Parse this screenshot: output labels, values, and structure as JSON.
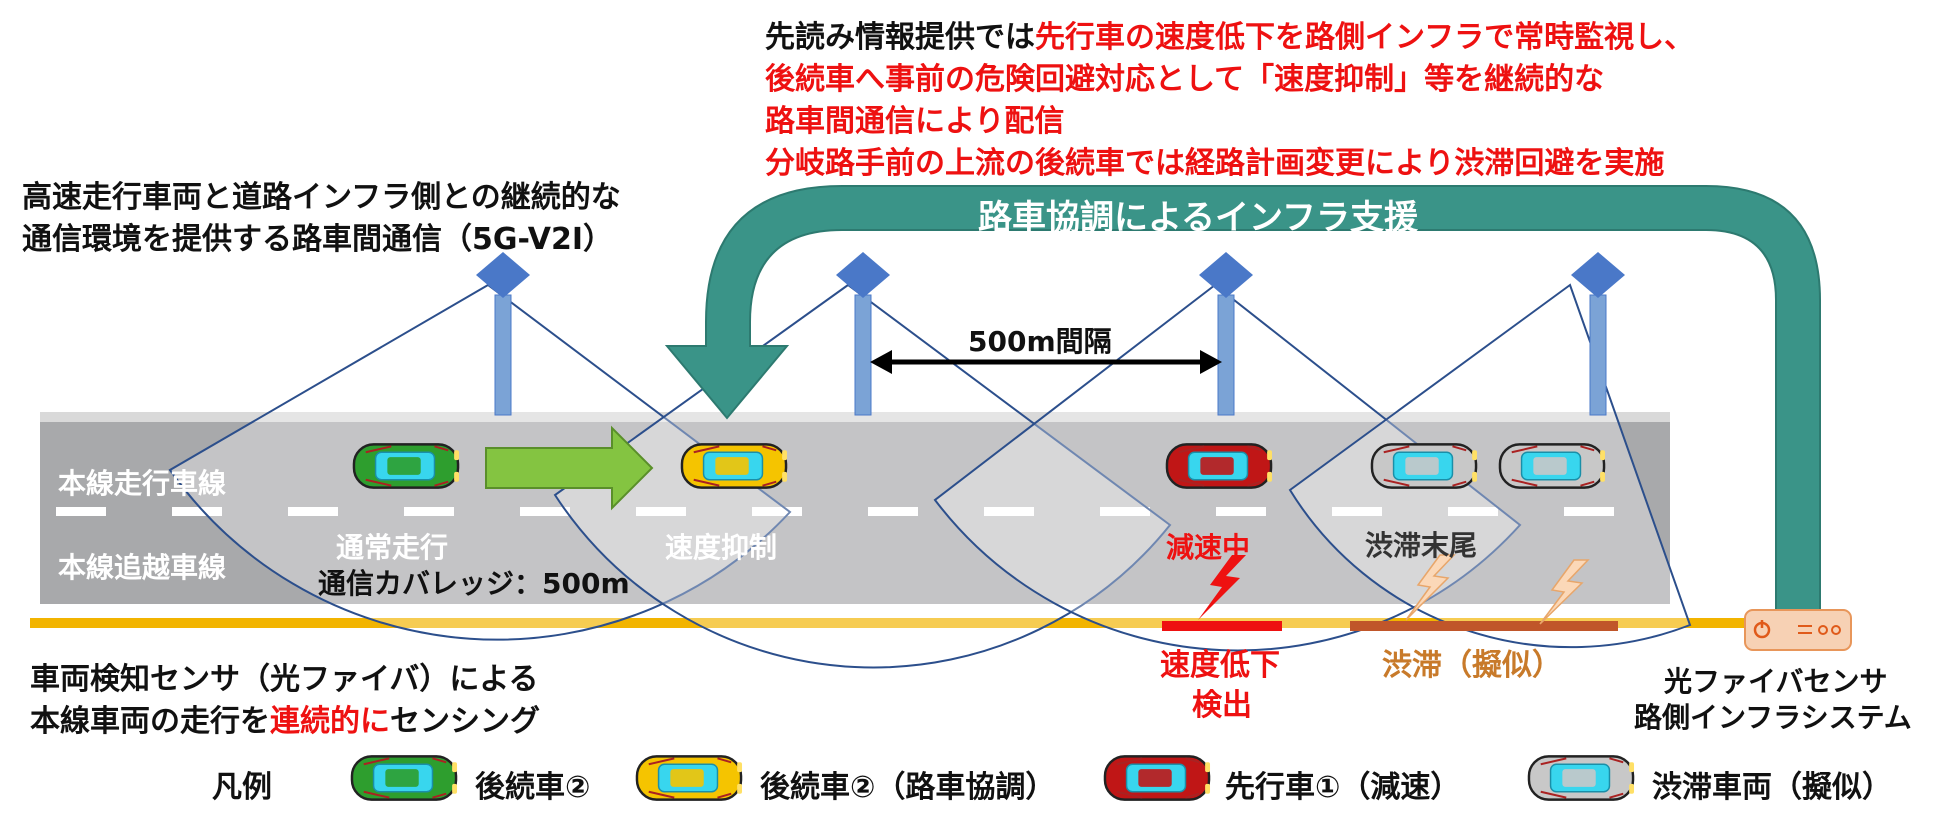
{
  "header": {
    "line1_prefix": "先読み情報提供では",
    "line1_red": "先行車の速度低下を路側インフラで常時監視し、",
    "line2": "後続車へ事前の危険回避対応として「速度抑制」等を継続的な",
    "line3": "路車間通信により配信",
    "line4": "分岐路手前の上流の後続車では経路計画変更により渋滞回避を実施"
  },
  "left_desc": {
    "line1": "高速走行車両と道路インフラ側との継続的な",
    "line2": "通信環境を提供する路車間通信（5G-V2I）"
  },
  "support_arrow_label": "路車協調によるインフラ支援",
  "spacing_label": "500m間隔",
  "lanes": {
    "main_lane": "本線走行車線",
    "passing_lane": "本線追越車線"
  },
  "road_labels": {
    "normal": "通常走行",
    "coverage": "通信カバレッジ：500m",
    "speed_suppress": "速度抑制",
    "decelerating": "減速中",
    "jam_tail": "渋滞末尾",
    "speed_drop_line1": "速度低下",
    "speed_drop_line2": "検出",
    "jam_sim": "渋滞（擬似）"
  },
  "sensor_desc": {
    "line1": "車両検知センサ（光ファイバ）による",
    "line2_prefix": "本線車両の走行を",
    "line2_red": "連続的に",
    "line2_suffix": "センシング"
  },
  "infra_label": {
    "line1": "光ファイバセンサ",
    "line2": "路側インフラシステム"
  },
  "legend": {
    "title": "凡例",
    "items": [
      {
        "label": "後続車②",
        "car": "green-car-icon"
      },
      {
        "label": "後続車②（路車協調）",
        "car": "yellow-car-icon"
      },
      {
        "label": "先行車①（減速）",
        "car": "red-car-icon"
      },
      {
        "label": "渋滞車両（擬似）",
        "car": "gray-car-icon"
      }
    ]
  },
  "colors": {
    "road": "#a8a9ab",
    "support_arrow": "#3a9488",
    "progress_arrow": "#84c441",
    "antenna": "#4a78c8",
    "pole": "#7ba3d6",
    "fiber": "#f2b400",
    "alert_red": "#ee1111",
    "jam_orange": "#c87a2a",
    "car_green": "#2e9e2e",
    "car_yellow": "#f5c400",
    "car_red": "#c01616",
    "car_gray": "#c8c8c8",
    "car_glass": "#38d6ee"
  }
}
